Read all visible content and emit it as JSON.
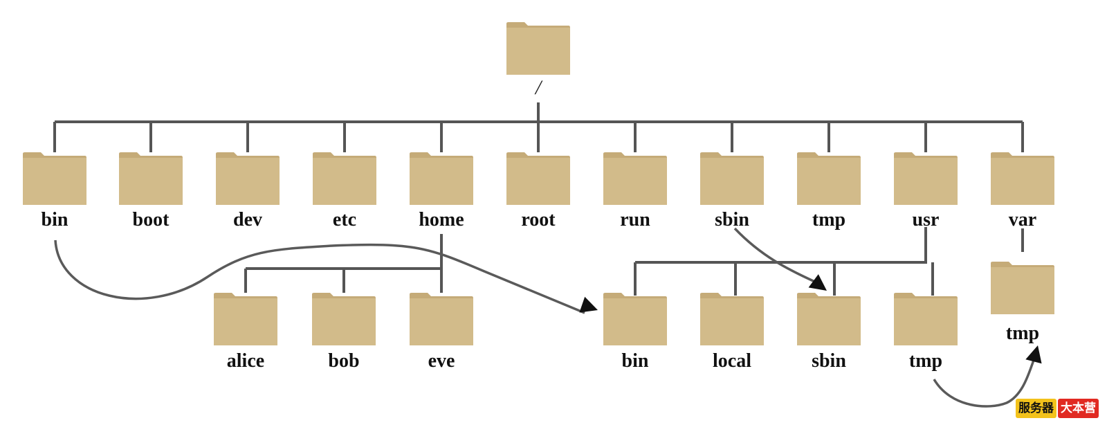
{
  "diagram": {
    "root": {
      "label": "/"
    },
    "top_level": [
      "bin",
      "boot",
      "dev",
      "etc",
      "home",
      "root",
      "run",
      "sbin",
      "tmp",
      "usr",
      "var"
    ],
    "home_children": [
      "alice",
      "bob",
      "eve"
    ],
    "usr_children": [
      "bin",
      "local",
      "sbin",
      "tmp"
    ],
    "var_children": [
      "tmp"
    ],
    "links": [
      {
        "from": "bin",
        "to": "usr/bin"
      },
      {
        "from": "sbin",
        "to": "usr/sbin"
      },
      {
        "from": "usr/tmp",
        "to": "var/tmp"
      }
    ]
  },
  "colors": {
    "folder_body": "#d2bb8a",
    "folder_tab": "#c5ab78",
    "connector": "#555555",
    "link": "#5a5a5a"
  },
  "watermark": {
    "part_a": "服务器",
    "part_b": "大本营"
  }
}
